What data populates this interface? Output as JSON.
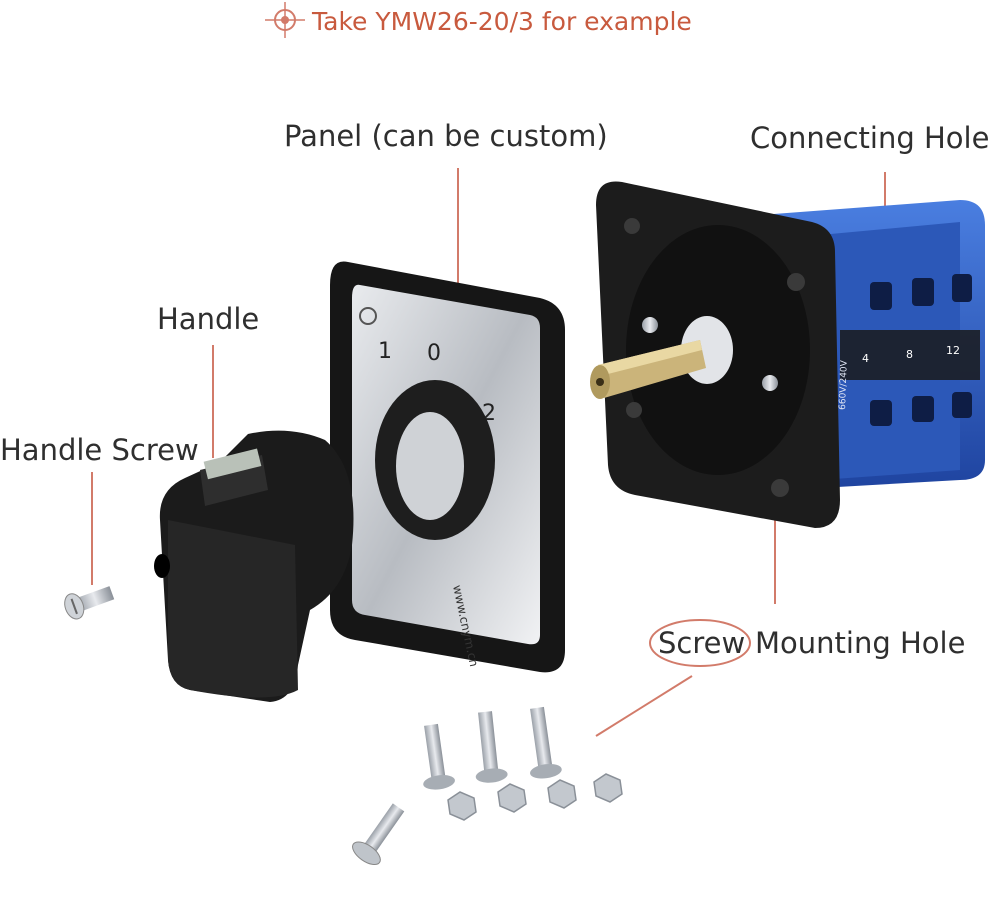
{
  "title": "Take YMW26-20/3 for example",
  "labels": {
    "panel": "Panel (can be custom)",
    "connecting_hole": "Connecting Hole",
    "handle": "Handle",
    "handle_screw": "Handle Screw",
    "screw_word": "Screw",
    "mounting_hole": "Mounting Hole"
  },
  "panel_markings": {
    "pos_1": "1",
    "pos_0": "0",
    "pos_2": "2",
    "website": "www.cnym.cn"
  },
  "body_markings": {
    "voltage": "660V/240V",
    "t1": "4",
    "t2": "8",
    "t3": "12"
  },
  "colors": {
    "accent": "#c85a3e",
    "leader": "#d27b6a",
    "switch_blue": "#2f5fc4",
    "black": "#1c1c1c",
    "steel": "#c9ccd0"
  },
  "icons": [
    "crosshair-icon"
  ]
}
